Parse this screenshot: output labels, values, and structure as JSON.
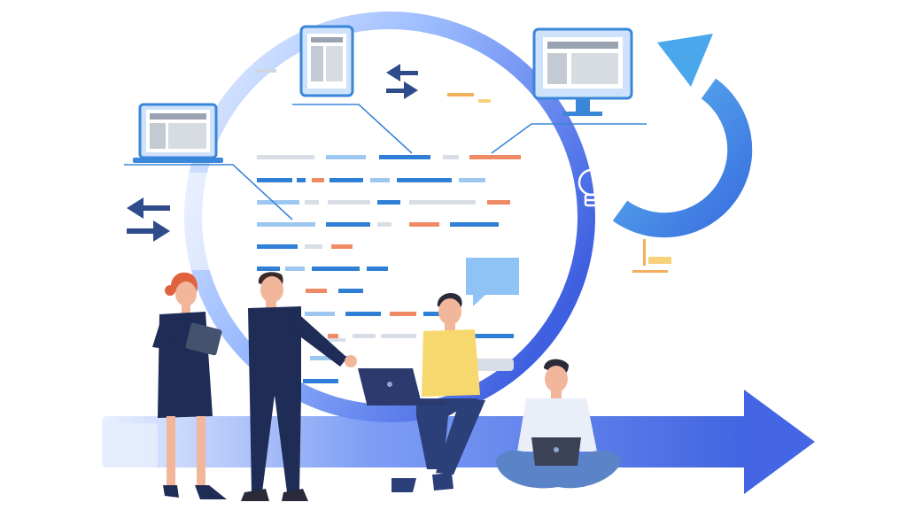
{
  "illustration": {
    "subject": "agile-team-workflow",
    "colors": {
      "cycle_light": "#e6f0ff",
      "cycle_mid": "#8fb4ff",
      "cycle_dark": "#3f63e0",
      "arrow_blue": "#4a72ea",
      "refresh_arrow": "#3b8fe3",
      "line_blue": "#2f7fd6",
      "line_light": "#9cc8ef",
      "line_orange": "#f08a65",
      "line_gray": "#d9dee6",
      "navy": "#1f2c56",
      "skin": "#f2b79b",
      "hair_red": "#e0633d",
      "hair_dark": "#2b2a3a",
      "sweater_yellow": "#f7d86e",
      "jeans_blue": "#3b5aa0",
      "bubble": "#8fc3f5",
      "bulb_yellow": "#f7c04a"
    },
    "icons": [
      "desktop-monitor-icon",
      "tablet-icon",
      "laptop-icon",
      "swap-arrows-icon",
      "lightbulb-icon",
      "refresh-arrow-icon",
      "forward-arrow-icon",
      "speech-bubble-icon"
    ],
    "people": [
      {
        "role": "woman-with-tablet"
      },
      {
        "role": "man-in-suit-pointing"
      },
      {
        "role": "man-with-laptop-sitting"
      },
      {
        "role": "man-cross-legged-with-laptop"
      }
    ]
  }
}
